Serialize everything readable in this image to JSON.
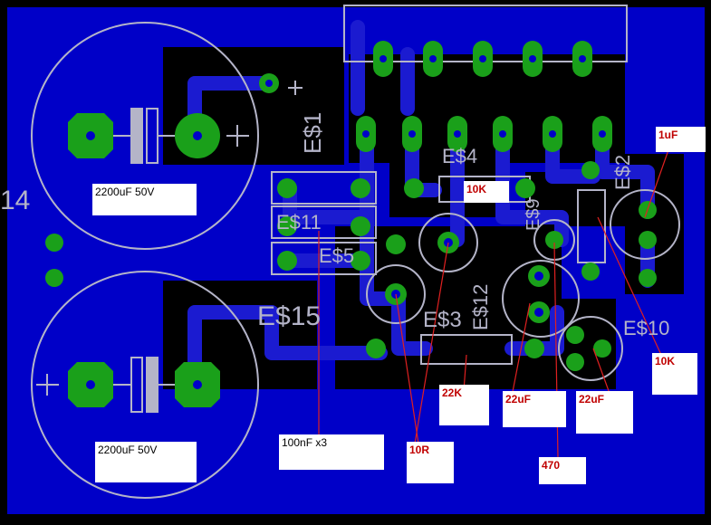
{
  "colors": {
    "board": "#0000c8",
    "copper": "#1b1bd0",
    "pad": "#1aa01a",
    "silk": "#b4b4c8",
    "leader": "#e02020"
  },
  "designators": {
    "es1": "E$1",
    "es2": "E$2",
    "es4": "E$4",
    "es3": "E$3",
    "es10": "E$10",
    "es12": "E$12",
    "es15": "E$15",
    "es11": "E$11",
    "es5": "E$5",
    "es9": "E$9",
    "es14": "14"
  },
  "labels": {
    "cap_top": "2200uF 50V",
    "cap_bottom": "2200uF 50V",
    "r_10k_top": "10K",
    "c_1uf": "1uF",
    "r_10k_right": "10K",
    "r_22k": "22K",
    "c_22uf_a": "22uF",
    "c_22uf_b": "22uF",
    "caps_100nf": "100nF x3",
    "r_10r": "10R",
    "r_470": "470"
  }
}
